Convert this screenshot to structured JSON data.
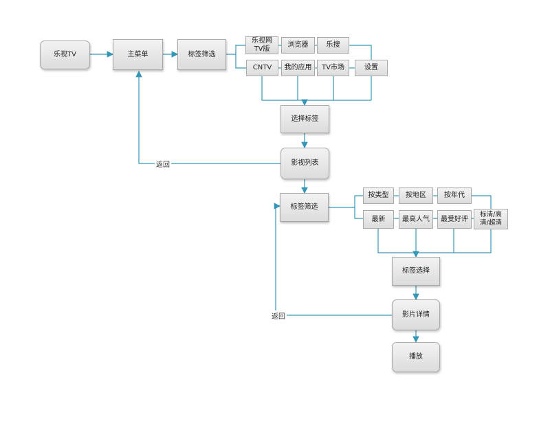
{
  "nodes": {
    "letv": "乐视TV",
    "main_menu": "主菜单",
    "tag_filter_1": "标签筛选",
    "letv_web": "乐视网TV版",
    "browser": "浏览器",
    "lesou": "乐搜",
    "cntv": "CNTV",
    "my_apps": "我的应用",
    "tv_market": "TV市场",
    "settings": "设置",
    "choose_tag": "选择标签",
    "video_list": "影视列表",
    "tag_filter_2": "标签筛选",
    "by_type": "按类型",
    "by_region": "按地区",
    "by_year": "按年代",
    "newest": "最新",
    "most_popular": "最高人气",
    "top_rated": "最受好评",
    "quality": "标清/高清/超清",
    "tag_select": "标签选择",
    "video_detail": "影片详情",
    "play": "播放"
  },
  "edge_labels": {
    "back_1": "返回",
    "back_2": "返回"
  },
  "colors": {
    "connector": "#3497b5",
    "node_border": "#a9a9a9"
  }
}
